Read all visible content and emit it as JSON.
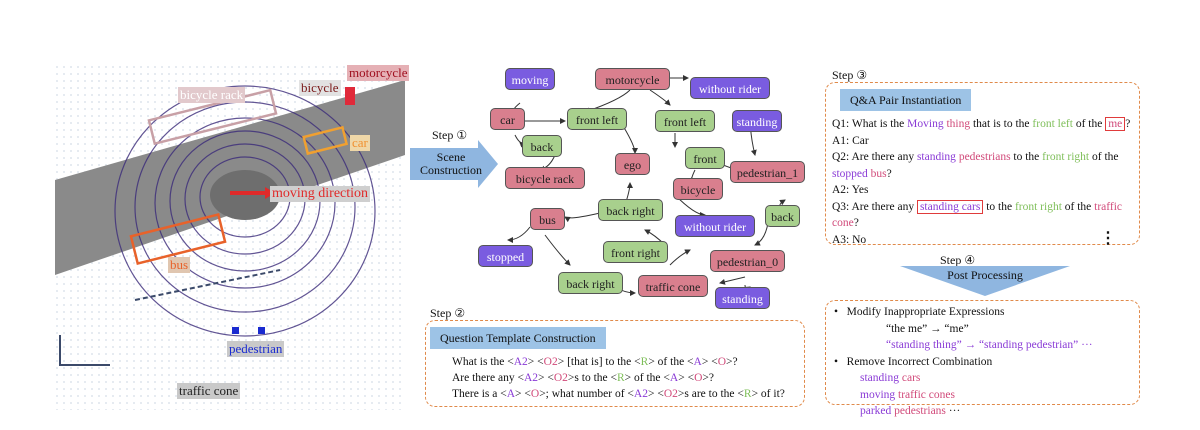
{
  "lidar": {
    "labels": {
      "bicycle_rack": "bicycle rack",
      "bicycle": "bicycle",
      "motorcycle": "motorcycle",
      "car": "car",
      "moving_direction": "moving direction",
      "bus": "bus",
      "pedestrian": "pedestrian",
      "traffic_cone": "traffic cone"
    }
  },
  "step1": {
    "label": "Step ①",
    "arrow_text_1": "Scene",
    "arrow_text_2": "Construction"
  },
  "graph": {
    "nodes": {
      "moving": "moving",
      "motorcycle": "motorcycle",
      "without_rider_1": "without rider",
      "car": "car",
      "front_left_1": "front left",
      "front_left_2": "front left",
      "standing_1": "standing",
      "back_1": "back",
      "ego": "ego",
      "front": "front",
      "bicycle_rack": "bicycle rack",
      "bicycle": "bicycle",
      "pedestrian_1": "pedestrian_1",
      "bus": "bus",
      "back_right_1": "back right",
      "without_rider_2": "without rider",
      "back_2": "back",
      "front_right": "front right",
      "stopped": "stopped",
      "back_right_2": "back right",
      "traffic_cone": "traffic cone",
      "pedestrian_0": "pedestrian_0",
      "standing_2": "standing"
    }
  },
  "step2": {
    "label": "Step ②",
    "title": "Question Template Construction",
    "lines": [
      [
        "What is the <",
        "A2",
        "> <",
        "O2",
        "> [that is] to the <",
        "R",
        "> of the <",
        "A",
        "> <",
        "O",
        ">?"
      ],
      [
        "Are there any <",
        "A2",
        "> <",
        "O2",
        ">s to the <",
        "R",
        "> of the <",
        "A",
        "> <",
        "O",
        ">?"
      ],
      [
        "There is a <",
        "A",
        "> <",
        "O",
        ">; what number of <",
        "A2",
        "> <",
        "O2",
        ">s are to the <",
        "R",
        "> of it?"
      ]
    ]
  },
  "step3": {
    "label": "Step ③",
    "title": "Q&A Pair Instantiation",
    "q1": [
      "Q1: What is the ",
      "Moving",
      " ",
      "thing",
      " that is to the ",
      "front left",
      " of the ",
      "me",
      "?"
    ],
    "a1": "A1: Car",
    "q2a": [
      "Q2: Are there any ",
      "standing",
      " ",
      "pedestrians",
      " to the ",
      "front right",
      " of the"
    ],
    "q2b": [
      "stopped",
      " ",
      "bus",
      "?"
    ],
    "a2": "A2: Yes",
    "q3a": [
      "Q3: Are there any ",
      "standing cars",
      " to the ",
      "front right",
      " of the ",
      "traffic"
    ],
    "q3b": [
      "cone",
      "?"
    ],
    "a3": "A3: No",
    "ellipsis": "⋮"
  },
  "step4": {
    "label": "Step ④",
    "arrow_text": "Post Processing",
    "b1": "Modify Inappropriate Expressions",
    "m1": [
      "“the me” → “me”"
    ],
    "m2": [
      "“standing thing” → “standing pedestrian” ···"
    ],
    "b2": "Remove Incorrect Combination",
    "r1": [
      "standing",
      " ",
      "cars"
    ],
    "r2": [
      "moving",
      " ",
      "traffic cones"
    ],
    "r3": [
      "parked",
      " ",
      "pedestrians",
      " ···"
    ]
  },
  "colors": {
    "object": "#d97f8e",
    "relation": "#a8d08d",
    "attribute": "#7a5ce0",
    "dash": "#e08a4a",
    "title": "#9dc3e6"
  }
}
